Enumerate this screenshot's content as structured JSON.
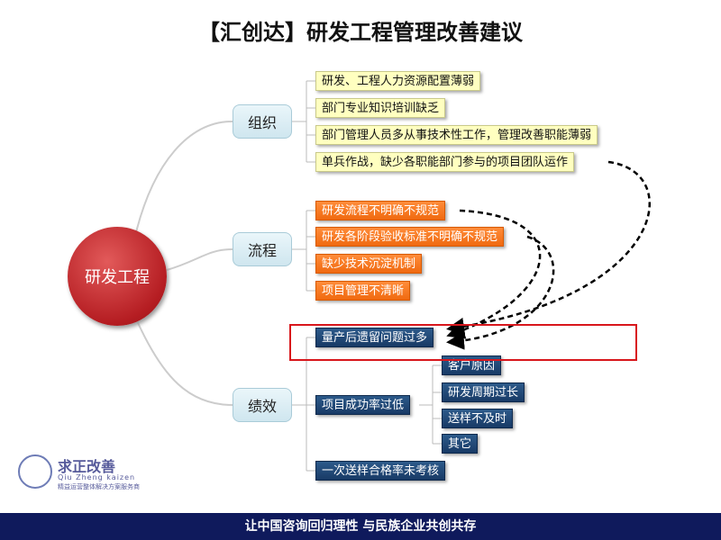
{
  "title": "【汇创达】研发工程管理改善建议",
  "root": "研发工程",
  "categories": [
    {
      "label": "组织",
      "items": [
        "研发、工程人力资源配置薄弱",
        "部门专业知识培训缺乏",
        "部门管理人员多从事技术性工作，管理改善职能薄弱",
        "单兵作战，缺少各职能部门参与的项目团队运作"
      ]
    },
    {
      "label": "流程",
      "items": [
        "研发流程不明确不规范",
        "研发各阶段验收标准不明确不规范",
        "缺少技术沉淀机制",
        "项目管理不清晰"
      ]
    },
    {
      "label": "绩效",
      "items": [
        "量产后遗留问题过多",
        "项目成功率过低",
        "一次送样合格率未考核"
      ],
      "sub_items": [
        "客户原因",
        "研发周期过长",
        "送样不及时",
        "其它"
      ]
    }
  ],
  "watermark": {
    "name": "求正改善",
    "pinyin": "Qiu Zheng kaizen",
    "tagline": "精益运营整体解决方案服务商"
  },
  "footer": "让中国咨询回归理性 与民族企业共创共存"
}
